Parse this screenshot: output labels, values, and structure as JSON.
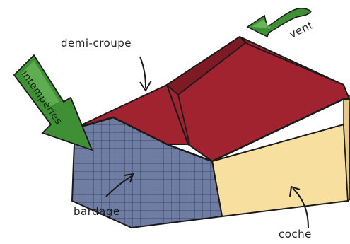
{
  "labels": {
    "demi_croupe": "demi-croupe",
    "vent": "vent",
    "intemperies": "intempéries",
    "bardage": "bardage",
    "coche": "coche"
  },
  "colors": {
    "roof": "#a0232f",
    "roof_shadow": "#7e1a23",
    "cladding": "#6f7da3",
    "cladding_grid": "#2b3557",
    "wall": "#f7dfa0",
    "wall_shade": "#e9c97e",
    "arrow": "#3f8f35",
    "arrow_light": "#7cc46a",
    "outline": "#1a1a1a"
  },
  "icons": {
    "wind_arrow": "curved-arrow-icon",
    "weather_arrow": "big-arrow-icon"
  }
}
